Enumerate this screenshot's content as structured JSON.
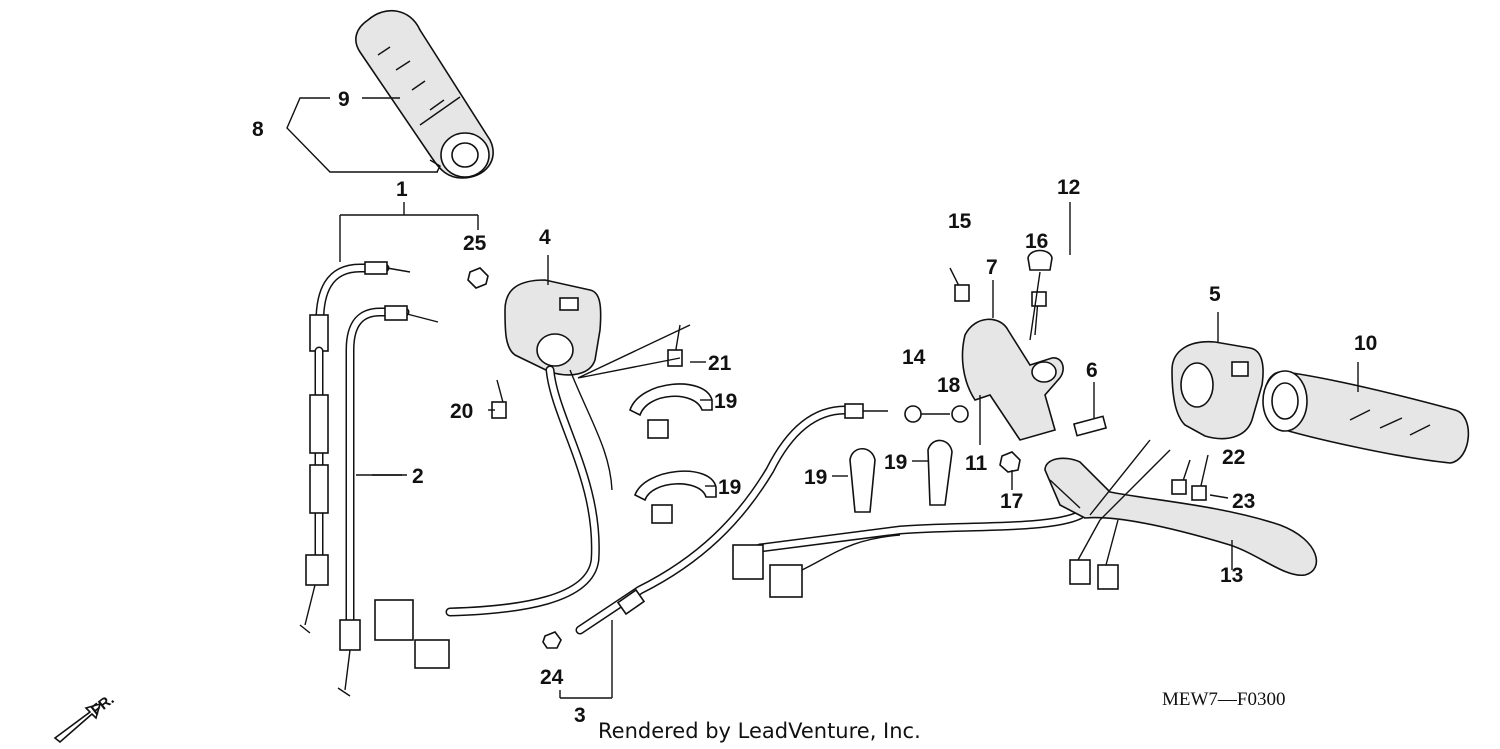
{
  "diagram": {
    "labels": {
      "p1": "1",
      "p2": "2",
      "p3": "3",
      "p4": "4",
      "p5": "5",
      "p6": "6",
      "p7": "7",
      "p8": "8",
      "p9": "9",
      "p10": "10",
      "p11": "11",
      "p12": "12",
      "p13": "13",
      "p14": "14",
      "p15": "15",
      "p16": "16",
      "p17": "17",
      "p18": "18",
      "p19a": "19",
      "p19b": "19",
      "p19c": "19",
      "p19d": "19",
      "p20": "20",
      "p21": "21",
      "p22": "22",
      "p23": "23",
      "p24": "24",
      "p25": "25"
    },
    "diagram_code": "MEW7—F0300",
    "credit": "Rendered by LeadVenture, Inc.",
    "direction_marker": "FR."
  },
  "colors": {
    "line": "#111111",
    "background": "#ffffff",
    "fill": "#e6e6e6"
  }
}
